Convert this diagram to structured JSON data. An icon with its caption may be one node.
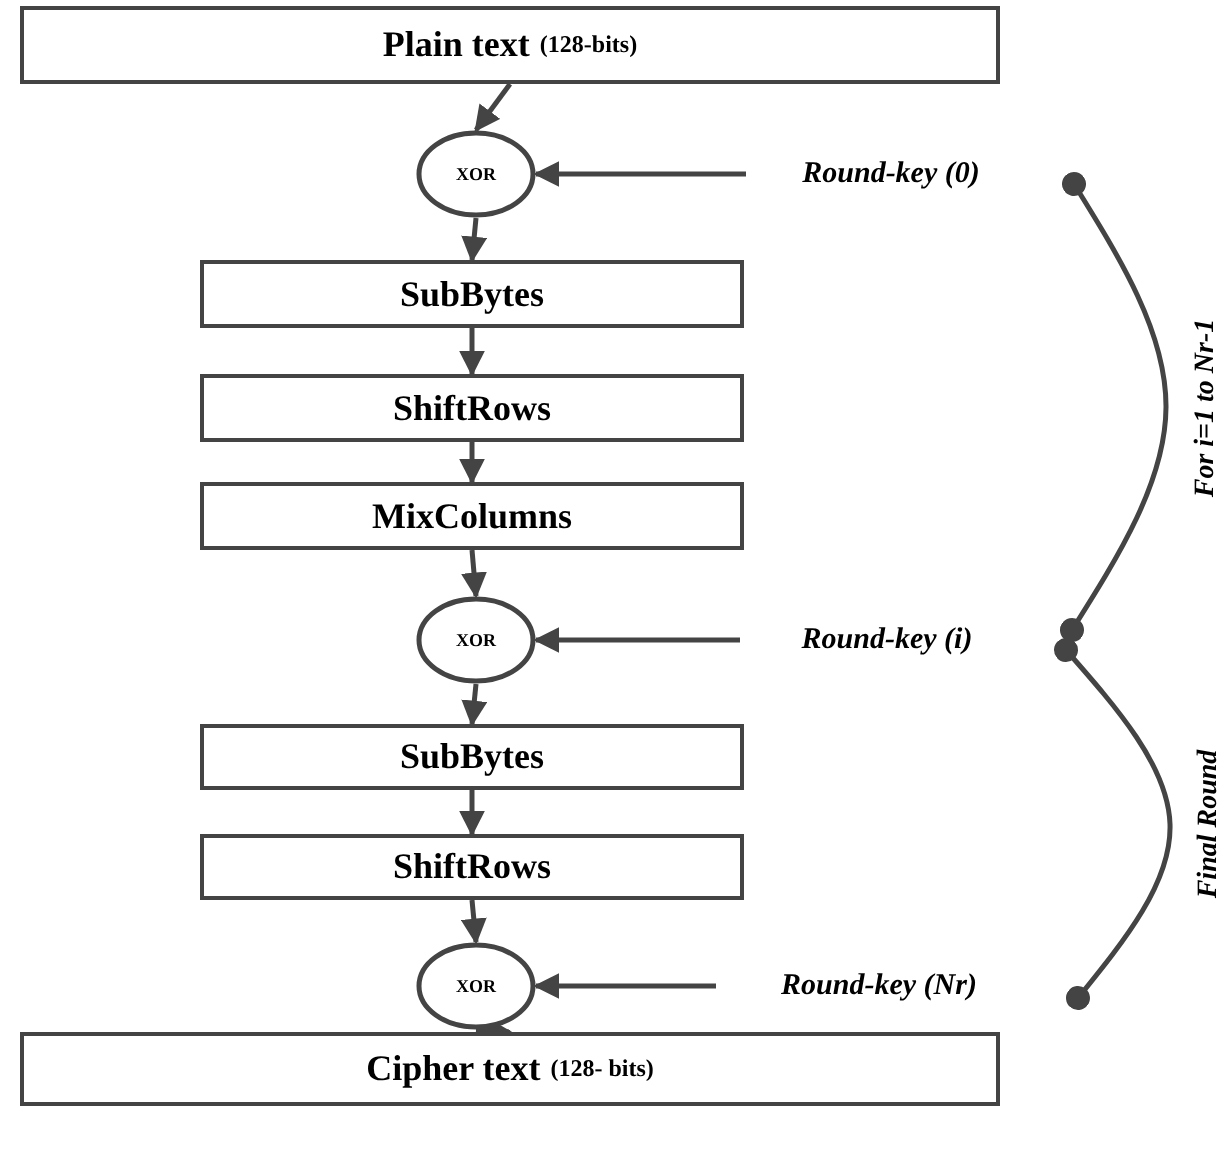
{
  "diagram": {
    "nodes": [
      {
        "text": [
          "Plain text",
          "(128-bits)"
        ]
      },
      {
        "text": [
          "XOR"
        ]
      },
      {
        "text": [
          "Round-key (0)"
        ]
      },
      {
        "text": [
          "SubBytes"
        ]
      },
      {
        "text": [
          "ShiftRows"
        ]
      },
      {
        "text": [
          "MixColumns"
        ]
      },
      {
        "text": [
          "XOR"
        ]
      },
      {
        "text": [
          "Round-key (i)"
        ]
      },
      {
        "text": [
          "SubBytes"
        ]
      },
      {
        "text": [
          "ShiftRows"
        ]
      },
      {
        "text": [
          "XOR"
        ]
      },
      {
        "text": [
          "Round-key (Nr)"
        ]
      },
      {
        "text": [
          "Cipher text",
          "(128- bits)"
        ]
      }
    ],
    "edges": [
      {
        "from": 0,
        "to": 1,
        "arrow": "to"
      },
      {
        "from": 2,
        "to": 1,
        "arrow": "to"
      },
      {
        "from": 1,
        "to": 3,
        "arrow": "to"
      },
      {
        "from": 3,
        "to": 4,
        "arrow": "to"
      },
      {
        "from": 4,
        "to": 5,
        "arrow": "to"
      },
      {
        "from": 5,
        "to": 6,
        "arrow": "to"
      },
      {
        "from": 7,
        "to": 6,
        "arrow": "to"
      },
      {
        "from": 6,
        "to": 8,
        "arrow": "to"
      },
      {
        "from": 8,
        "to": 9,
        "arrow": "to"
      },
      {
        "from": 9,
        "to": 10,
        "arrow": "to"
      },
      {
        "from": 11,
        "to": 10,
        "arrow": "to"
      },
      {
        "from": 10,
        "to": 12,
        "arrow": "to"
      },
      {
        "from": 2,
        "to": 7,
        "arrow": "other",
        "label": "For i=1 to Nr-1"
      },
      {
        "from": 7,
        "to": 11,
        "arrow": "other",
        "label": "Final Round"
      }
    ]
  }
}
